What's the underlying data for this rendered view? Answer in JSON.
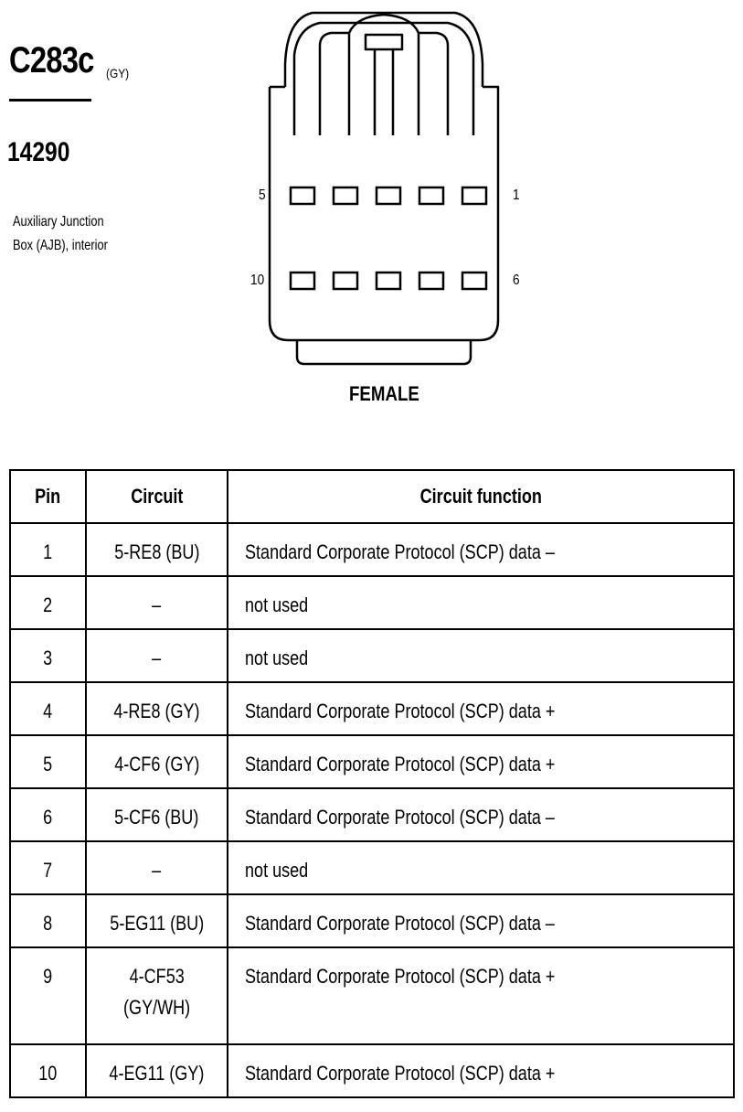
{
  "connector": {
    "id": "C283c",
    "color": "(GY)",
    "part_number": "14290",
    "description_lines": [
      "Auxiliary Junction",
      "Box (AJB), interior"
    ],
    "gender": "FEMALE",
    "pin_labels": {
      "top_left": "5",
      "top_right": "1",
      "bottom_left": "10",
      "bottom_right": "6"
    }
  },
  "table": {
    "headers": [
      "Pin",
      "Circuit",
      "Circuit function"
    ],
    "rows": [
      {
        "pin": "1",
        "circuit": "5-RE8 (BU)",
        "function": "Standard Corporate Protocol (SCP) data –"
      },
      {
        "pin": "2",
        "circuit": "–",
        "function": "not used"
      },
      {
        "pin": "3",
        "circuit": "–",
        "function": "not used"
      },
      {
        "pin": "4",
        "circuit": "4-RE8 (GY)",
        "function": "Standard Corporate Protocol (SCP) data +"
      },
      {
        "pin": "5",
        "circuit": "4-CF6 (GY)",
        "function": "Standard Corporate Protocol (SCP) data +"
      },
      {
        "pin": "6",
        "circuit": "5-CF6 (BU)",
        "function": "Standard Corporate Protocol (SCP) data –"
      },
      {
        "pin": "7",
        "circuit": "–",
        "function": "not used"
      },
      {
        "pin": "8",
        "circuit": "5-EG11 (BU)",
        "function": "Standard Corporate Protocol (SCP) data –"
      },
      {
        "pin": "9",
        "circuit": "4-CF53 (GY/WH)",
        "circuit_lines": [
          "4-CF53",
          "(GY/WH)"
        ],
        "function": "Standard Corporate Protocol (SCP) data +"
      },
      {
        "pin": "10",
        "circuit": "4-EG11 (GY)",
        "function": "Standard Corporate Protocol (SCP) data +"
      }
    ]
  }
}
